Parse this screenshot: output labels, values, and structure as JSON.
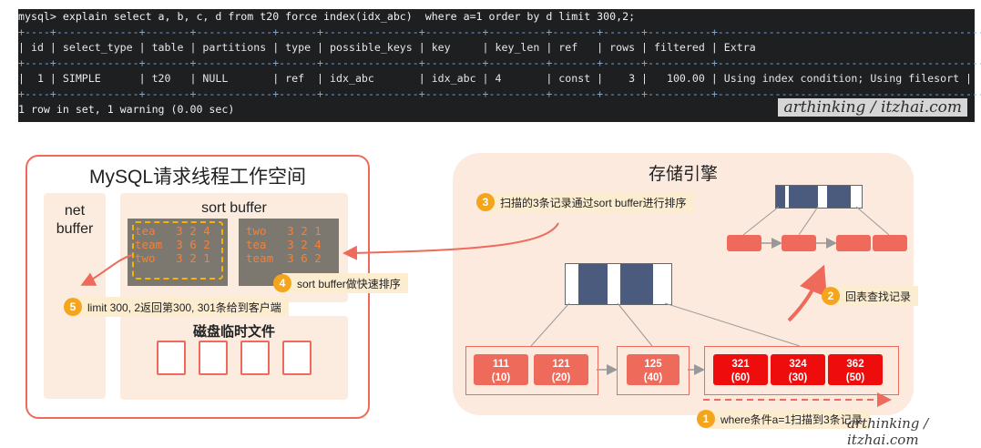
{
  "terminal": {
    "lines": [
      "mysql> explain select a, b, c, d from t20 force index(idx_abc)  where a=1 order by d limit 300,2;",
      "+----+-------------+-------+------------+------+---------------+---------+---------+-------+------+----------+---------------------------------------------+",
      "| id | select_type | table | partitions | type | possible_keys | key     | key_len | ref   | rows | filtered | Extra                                       |",
      "+----+-------------+-------+------------+------+---------------+---------+---------+-------+------+----------+---------------------------------------------+",
      "|  1 | SIMPLE      | t20   | NULL       | ref  | idx_abc       | idx_abc | 4       | const |    3 |   100.00 | Using index condition; Using filesort |",
      "+----+-------------+-------+------------+------+---------------+---------+---------+-------+------+----------+---------------------------------------------+",
      "1 row in set, 1 warning (0.00 sec)"
    ],
    "watermark": "arthinking / itzhai.com"
  },
  "mysql_panel": {
    "title": "MySQL请求线程工作空间",
    "net_buffer_line1": "net",
    "net_buffer_line2": "buffer",
    "sort_buffer_title": "sort buffer",
    "box_a": "tea   3 2 4\nteam  3 6 2\ntwo   3 2 1",
    "box_b": "two   3 2 1\ntea   3 2 4\nteam  3 6 2",
    "disk_title": "磁盘临时文件"
  },
  "engine_panel": {
    "title": "存储引擎",
    "leaf_cells": [
      {
        "key": "111",
        "val": "(10)"
      },
      {
        "key": "121",
        "val": "(20)"
      },
      {
        "key": "125",
        "val": "(40)"
      },
      {
        "key": "321",
        "val": "(60)"
      },
      {
        "key": "324",
        "val": "(30)"
      },
      {
        "key": "362",
        "val": "(50)"
      }
    ]
  },
  "callouts": [
    {
      "num": "1",
      "text": "where条件a=1扫描到3条记录"
    },
    {
      "num": "2",
      "text": "回表查找记录"
    },
    {
      "num": "3",
      "text": "扫描的3条记录通过sort buffer进行排序"
    },
    {
      "num": "4",
      "text": "sort buffer做快速排序"
    },
    {
      "num": "5",
      "text": "limit 300, 2返回第300, 301条给到客户端"
    }
  ],
  "bottom_watermark": "arthinking / itzhai.com",
  "colors": {
    "accent": "#ee6a5a",
    "highlight": "#ee0c0c",
    "node_dark": "#4b5b7e",
    "callout_bg": "#fcecd0",
    "badge": "#f4a51c"
  }
}
